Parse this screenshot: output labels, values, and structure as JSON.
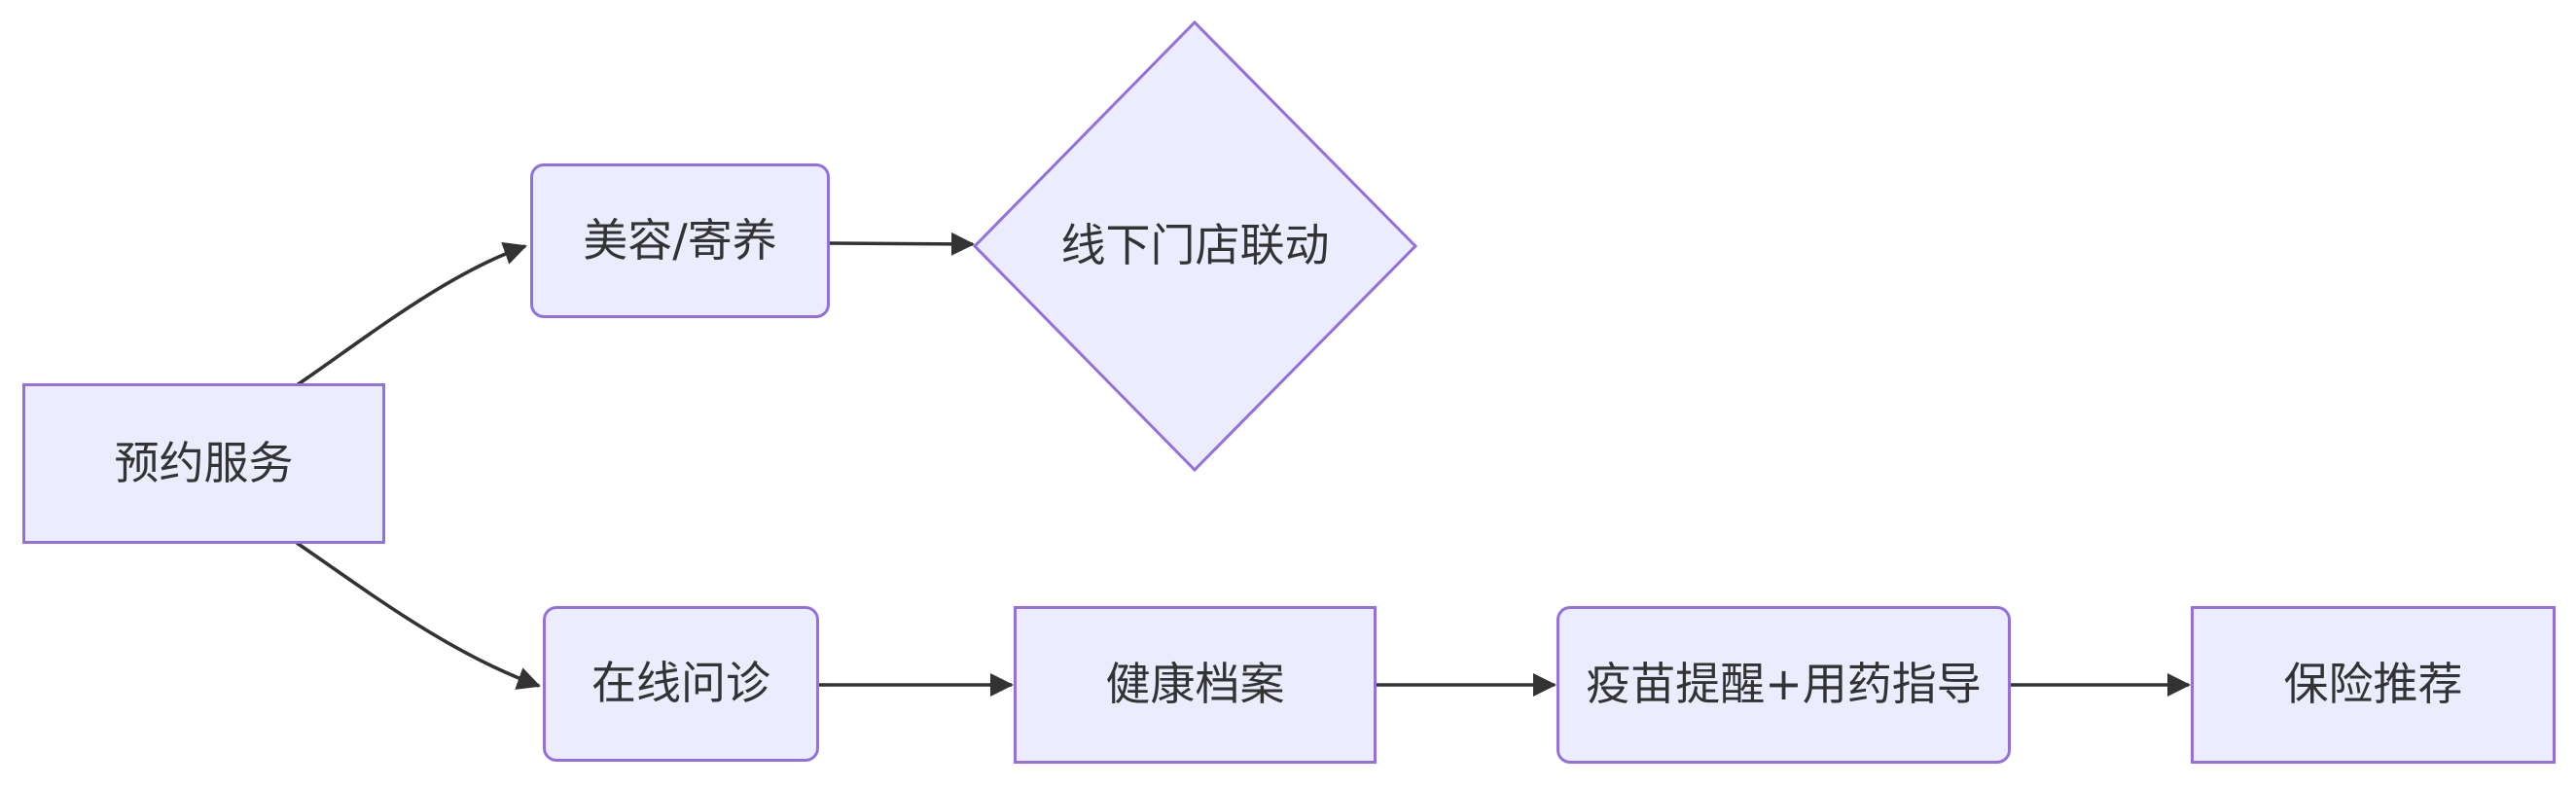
{
  "diagram": {
    "type": "flowchart",
    "direction": "left-to-right",
    "colors": {
      "background": "#FFFFFF",
      "node_fill": "#ECECFF",
      "node_border": "#9370DB",
      "edge": "#333333",
      "text": "#333333"
    },
    "nodes": [
      {
        "id": "booking",
        "label": "预约服务",
        "shape": "rectangle"
      },
      {
        "id": "grooming",
        "label": "美容/寄养",
        "shape": "rounded-rectangle"
      },
      {
        "id": "offline_store",
        "label": "线下门店联动",
        "shape": "diamond"
      },
      {
        "id": "online_consult",
        "label": "在线问诊",
        "shape": "rounded-rectangle"
      },
      {
        "id": "health_record",
        "label": "健康档案",
        "shape": "rectangle"
      },
      {
        "id": "vaccine_guidance",
        "label": "疫苗提醒+用药指导",
        "shape": "rounded-rectangle"
      },
      {
        "id": "insurance",
        "label": "保险推荐",
        "shape": "rectangle"
      }
    ],
    "edges": [
      {
        "from": "booking",
        "to": "grooming",
        "style": "curved-arrow"
      },
      {
        "from": "grooming",
        "to": "offline_store",
        "style": "straight-arrow"
      },
      {
        "from": "booking",
        "to": "online_consult",
        "style": "curved-arrow"
      },
      {
        "from": "online_consult",
        "to": "health_record",
        "style": "straight-arrow"
      },
      {
        "from": "health_record",
        "to": "vaccine_guidance",
        "style": "straight-arrow"
      },
      {
        "from": "vaccine_guidance",
        "to": "insurance",
        "style": "straight-arrow"
      }
    ]
  }
}
